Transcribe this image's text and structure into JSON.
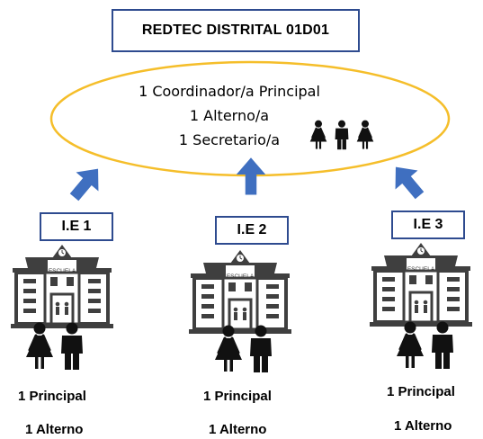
{
  "network": {
    "title": "REDTEC DISTRITAL  01D01",
    "roles": [
      "1 Coordinador/a Principal",
      "1 Alterno/a",
      "1 Secretario/a"
    ]
  },
  "institutions": [
    {
      "label": "I.E 1",
      "school_sign": "ESCUELA",
      "principal": "1 Principal",
      "alterno": "1 Alterno"
    },
    {
      "label": "I.E 2",
      "school_sign": "ESCUELA",
      "principal": "1 Principal",
      "alterno": "1 Alterno"
    },
    {
      "label": "I.E 3",
      "school_sign": "ESCUELA",
      "principal": "1 Principal",
      "alterno": "1 Alterno"
    }
  ],
  "colors": {
    "ellipse": "#F5BE2A",
    "arrow": "#3F6FC0",
    "box_border": "#2E4B8F",
    "building": "#3F3F3F",
    "people": "#111111"
  }
}
